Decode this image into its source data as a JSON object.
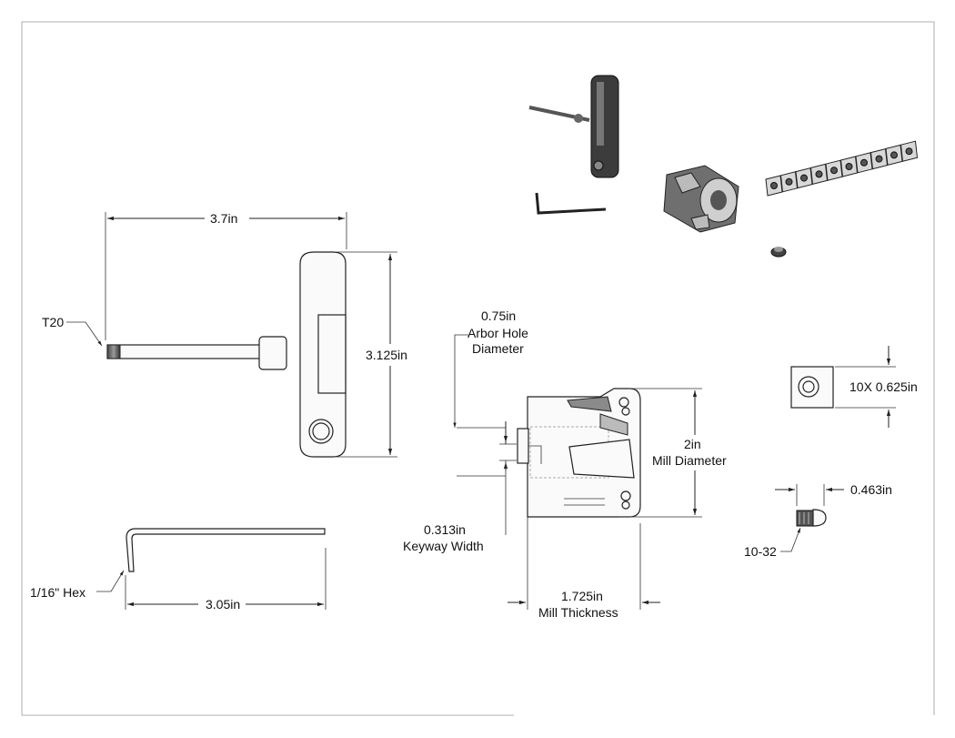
{
  "labels": {
    "t20": "T20",
    "handle_width": "3.7in",
    "handle_height": "3.125in",
    "hex_size": "1/16\" Hex",
    "hex_length": "3.05in",
    "arbor_value": "0.75in",
    "arbor_line1": "Arbor Hole",
    "arbor_line2": "Diameter",
    "keyway_value": "0.313in",
    "keyway_label": "Keyway Width",
    "mill_thick_value": "1.725in",
    "mill_thick_label": "Mill Thickness",
    "mill_dia_value": "2in",
    "mill_dia_label": "Mill Diameter",
    "insert_size": "10X 0.625in",
    "screw_length": "0.463in",
    "screw_thread": "10-32"
  }
}
